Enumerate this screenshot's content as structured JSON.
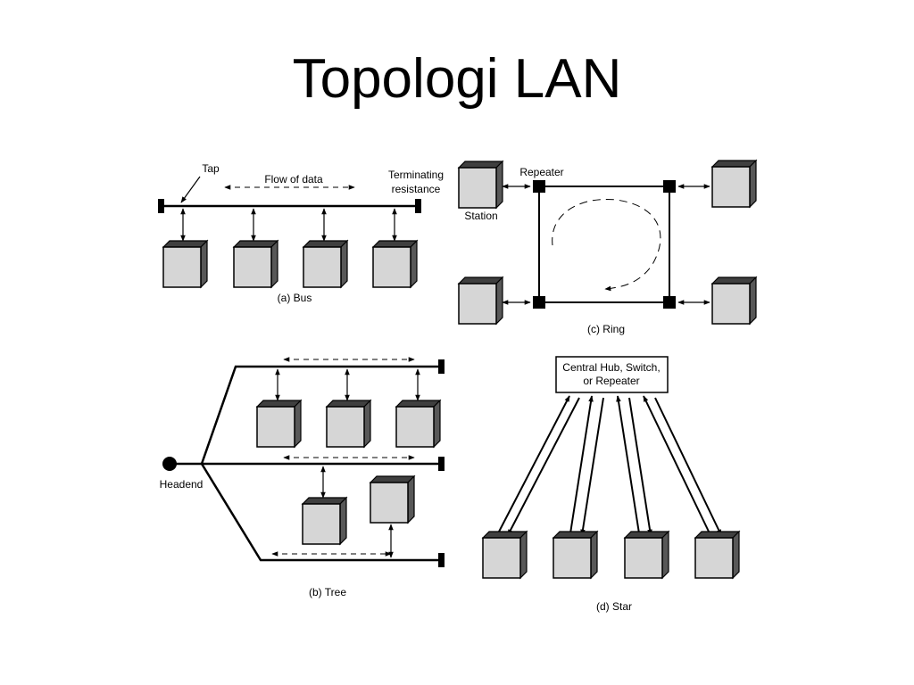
{
  "slide": {
    "title": "Topologi LAN"
  },
  "colors": {
    "box_front": "#d6d6d6",
    "box_side": "#585858",
    "box_top": "#3f3f3f",
    "line": "#000000",
    "background": "#ffffff"
  },
  "bus": {
    "tap_label": "Tap",
    "flow_label": "Flow of data",
    "terminating_label_line1": "Terminating",
    "terminating_label_line2": "resistance",
    "caption": "(a) Bus"
  },
  "ring": {
    "repeater_label": "Repeater",
    "station_label": "Station",
    "caption": "(c) Ring"
  },
  "tree": {
    "headend_label": "Headend",
    "caption": "(b) Tree"
  },
  "star": {
    "hub_label_line1": "Central Hub, Switch,",
    "hub_label_line2": "or Repeater",
    "caption": "(d) Star"
  }
}
